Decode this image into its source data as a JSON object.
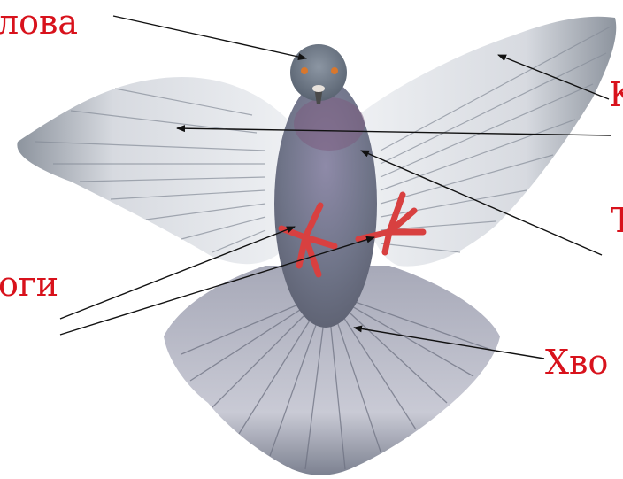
{
  "labels": {
    "head": "лова",
    "wing": "К",
    "body": "Т",
    "legs": "оги",
    "tail": "Хво"
  },
  "colors": {
    "label": "#d8121c",
    "pointer": "#111111"
  }
}
